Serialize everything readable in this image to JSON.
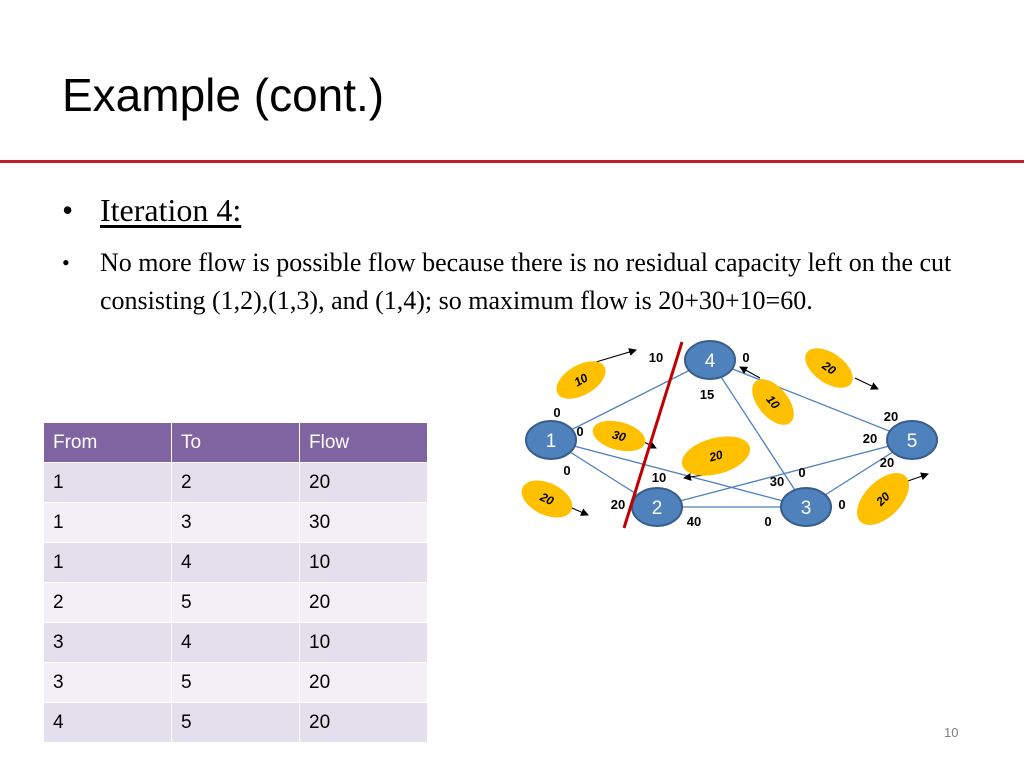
{
  "slide": {
    "title": "Example (cont.)",
    "bullet1": "Iteration 4:",
    "bullet2": "No more flow is possible flow because there is no residual capacity left on the cut consisting (1,2),(1,3), and (1,4); so maximum flow is 20+30+10=60.",
    "bullet_symbol": "•",
    "page_number": "10"
  },
  "table": {
    "headers": [
      "From",
      "To",
      "Flow"
    ],
    "rows": [
      [
        "1",
        "2",
        "20"
      ],
      [
        "1",
        "3",
        "30"
      ],
      [
        "1",
        "4",
        "10"
      ],
      [
        "2",
        "5",
        "20"
      ],
      [
        "3",
        "4",
        "10"
      ],
      [
        "3",
        "5",
        "20"
      ],
      [
        "4",
        "5",
        "20"
      ]
    ]
  },
  "graph": {
    "nodes": [
      "1",
      "2",
      "3",
      "4",
      "5"
    ],
    "edge_labels": [
      "10",
      "0",
      "15",
      "0",
      "20",
      "0",
      "20",
      "20",
      "0",
      "10",
      "30",
      "0",
      "20",
      "40",
      "0",
      "0"
    ],
    "flow_badges": [
      "10",
      "20",
      "10",
      "30",
      "20",
      "20",
      "20"
    ],
    "colors": {
      "node_fill": "#4f81bd",
      "node_stroke": "#385d8a",
      "badge_fill": "#ffc000",
      "cut_line": "#c00000",
      "edge": "#4f81bd"
    }
  }
}
